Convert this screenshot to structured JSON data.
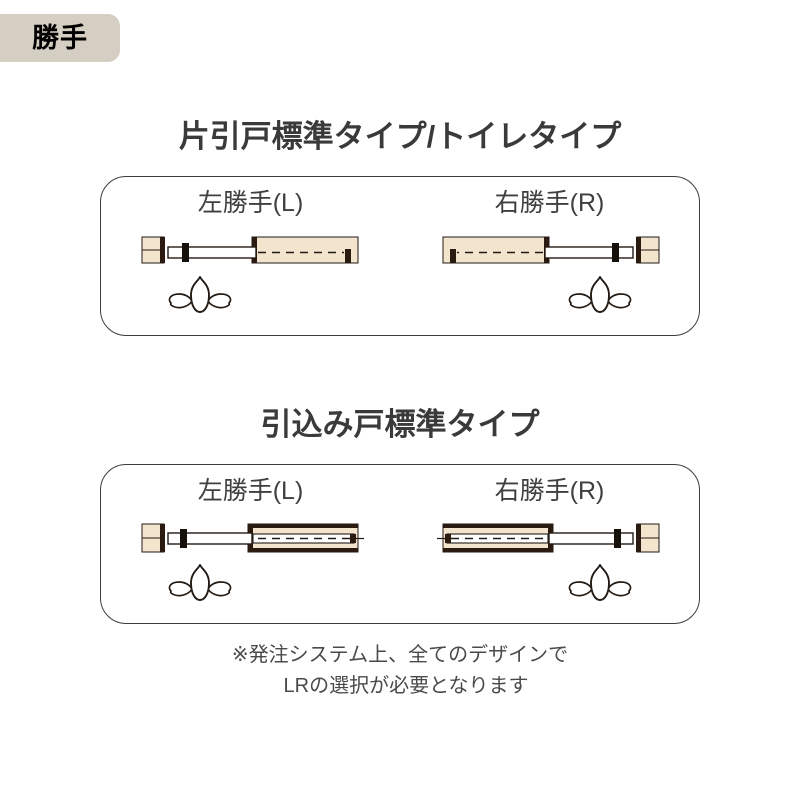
{
  "badge": {
    "label": "勝手"
  },
  "colors": {
    "badge_bg": "#d5cec3",
    "wall_fill": "#f3e4ce",
    "wall_edge": "#2b1a10",
    "panel_fill": "#ffffff",
    "outline": "#231a14",
    "title_text": "#3a3a3a",
    "label_text": "#3f3f3f",
    "card_border": "#3d3d3d",
    "page_bg": "#ffffff"
  },
  "sections": [
    {
      "title": "片引戸標準タイプ/トイレタイプ",
      "door_type": "single-sliding",
      "variants": [
        {
          "label": "左勝手(L)",
          "hand": "L",
          "icon": "person-top-view-icon"
        },
        {
          "label": "右勝手(R)",
          "hand": "R",
          "icon": "person-top-view-icon"
        }
      ]
    },
    {
      "title": "引込み戸標準タイプ",
      "door_type": "pocket",
      "variants": [
        {
          "label": "左勝手(L)",
          "hand": "L",
          "icon": "person-top-view-icon"
        },
        {
          "label": "右勝手(R)",
          "hand": "R",
          "icon": "person-top-view-icon"
        }
      ]
    }
  ],
  "footnote": {
    "line1": "※発注システム上、全てのデザインで",
    "line2": "LRの選択が必要となります"
  }
}
